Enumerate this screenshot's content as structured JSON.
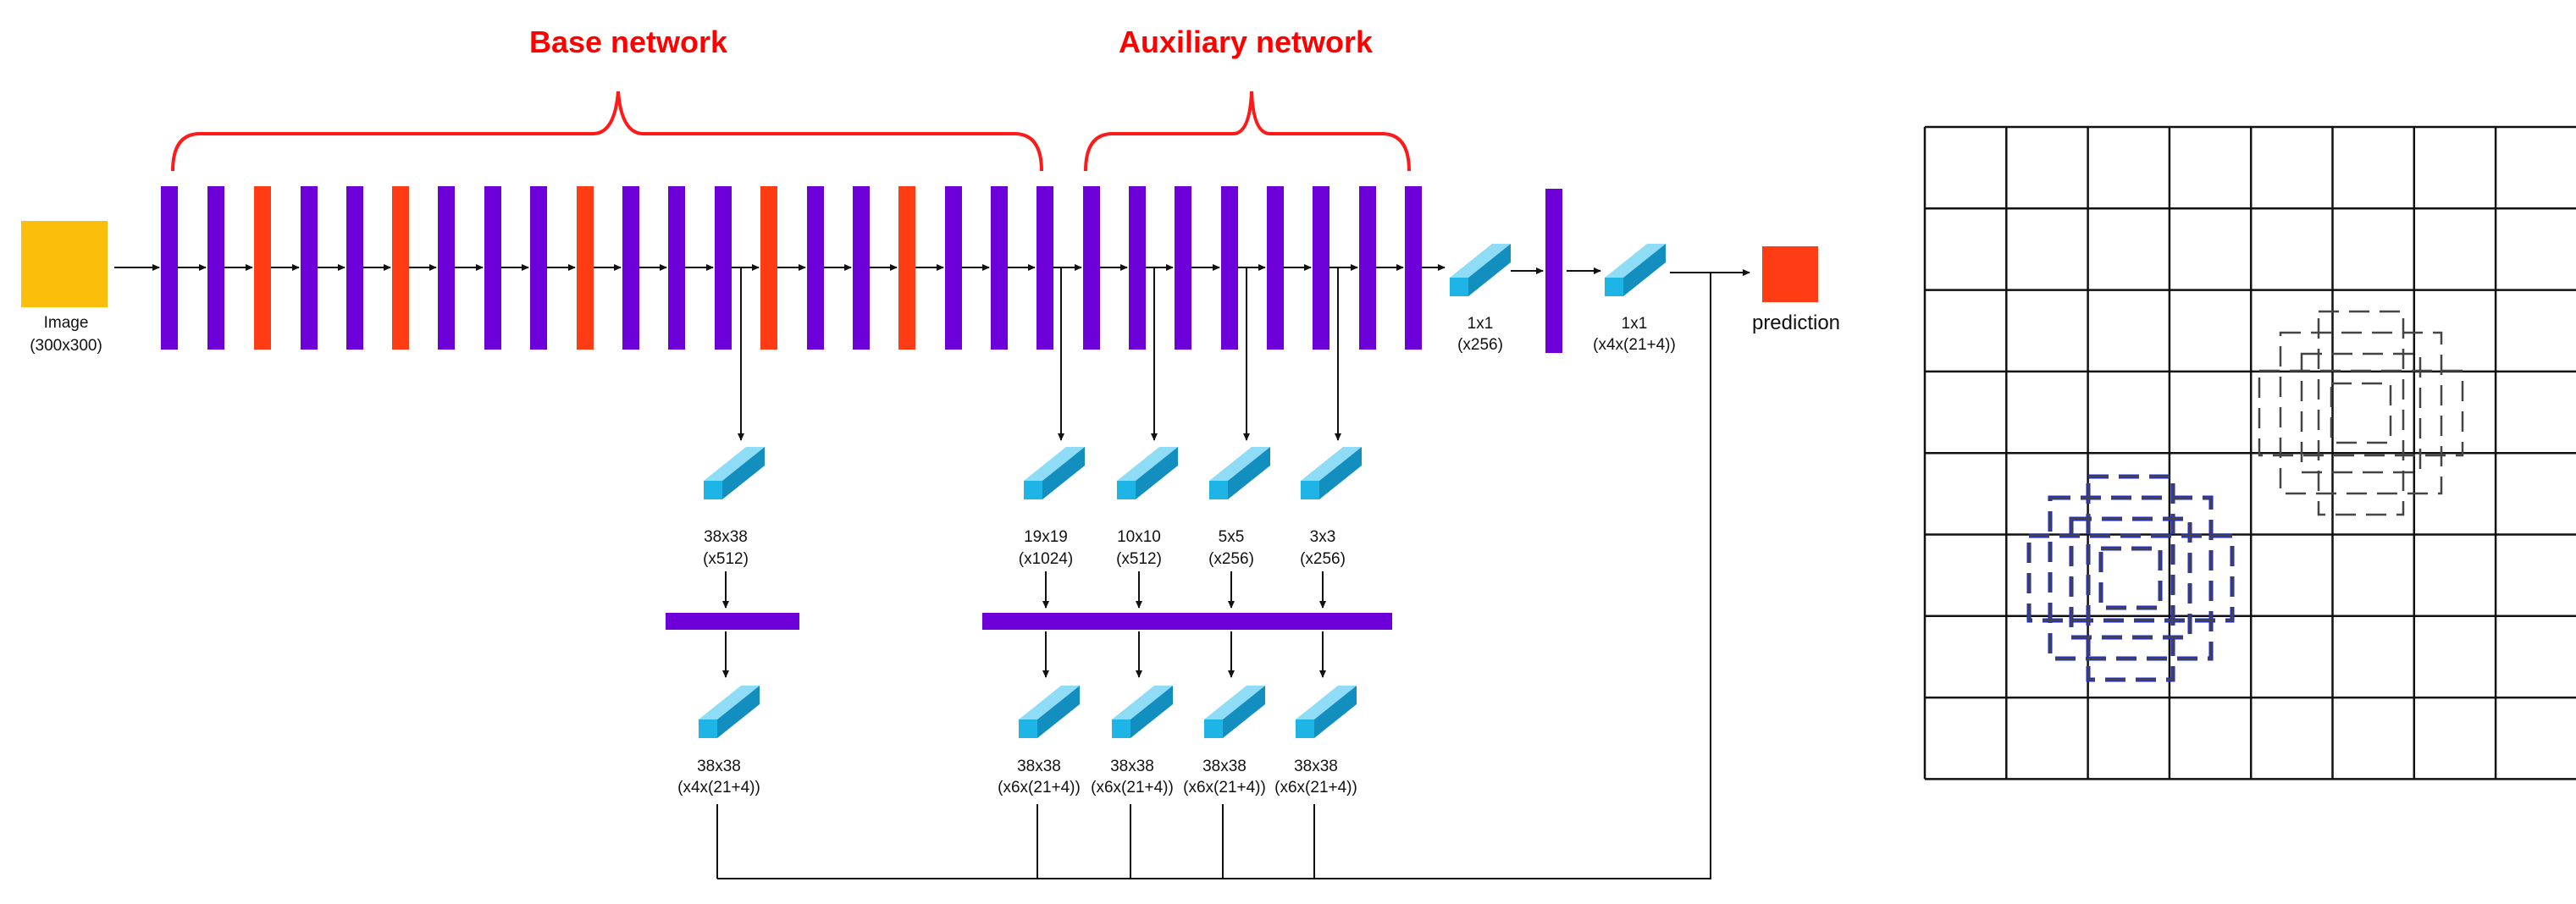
{
  "titles": {
    "base": "Base network",
    "aux": "Auxiliary network"
  },
  "input": {
    "label": "Image",
    "size": "(300x300)"
  },
  "output": {
    "label": "prediction"
  },
  "conv1": {
    "k": "1x1",
    "c": "(x256)"
  },
  "conv2": {
    "k": "1x1",
    "c": "(x4x(21+4))"
  },
  "feat": [
    {
      "size": "38x38",
      "ch": "(x512)"
    },
    {
      "size": "19x19",
      "ch": "(x1024)"
    },
    {
      "size": "10x10",
      "ch": "(x512)"
    },
    {
      "size": "5x5",
      "ch": "(x256)"
    },
    {
      "size": "3x3",
      "ch": "(x256)"
    }
  ],
  "pred": [
    {
      "size": "38x38",
      "ch": "(x4x(21+4))"
    },
    {
      "size": "38x38",
      "ch": "(x6x(21+4))"
    },
    {
      "size": "38x38",
      "ch": "(x6x(21+4))"
    },
    {
      "size": "38x38",
      "ch": "(x6x(21+4))"
    },
    {
      "size": "38x38",
      "ch": "(x6x(21+4))"
    }
  ],
  "colors": {
    "purple": "#6d00d8",
    "orange": "#ff3c14",
    "input": "#fbbf0b",
    "output": "#ff3c14",
    "cyan": "#1eb4e6",
    "title": "#ff0000",
    "blue_box": "#1f2bd8",
    "gray_box": "#444444"
  },
  "grid": {
    "cols": 8,
    "rows": 8
  }
}
